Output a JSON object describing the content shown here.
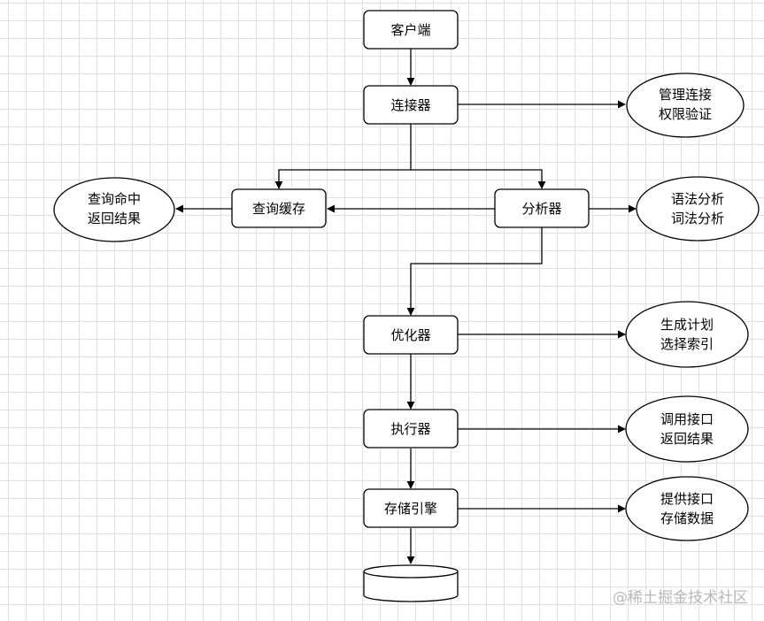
{
  "nodes": {
    "client": "客户端",
    "connector": "连接器",
    "query_cache": "查询缓存",
    "analyzer": "分析器",
    "optimizer": "优化器",
    "executor": "执行器",
    "storage_engine": "存储引擎"
  },
  "notes": {
    "connector": [
      "管理连接",
      "权限验证"
    ],
    "query_cache": [
      "查询命中",
      "返回结果"
    ],
    "analyzer": [
      "语法分析",
      "词法分析"
    ],
    "optimizer": [
      "生成计划",
      "选择索引"
    ],
    "executor": [
      "调用接口",
      "返回结果"
    ],
    "storage_engine": [
      "提供接口",
      "存储数据"
    ]
  },
  "watermark": "@稀土掘金技术社区"
}
